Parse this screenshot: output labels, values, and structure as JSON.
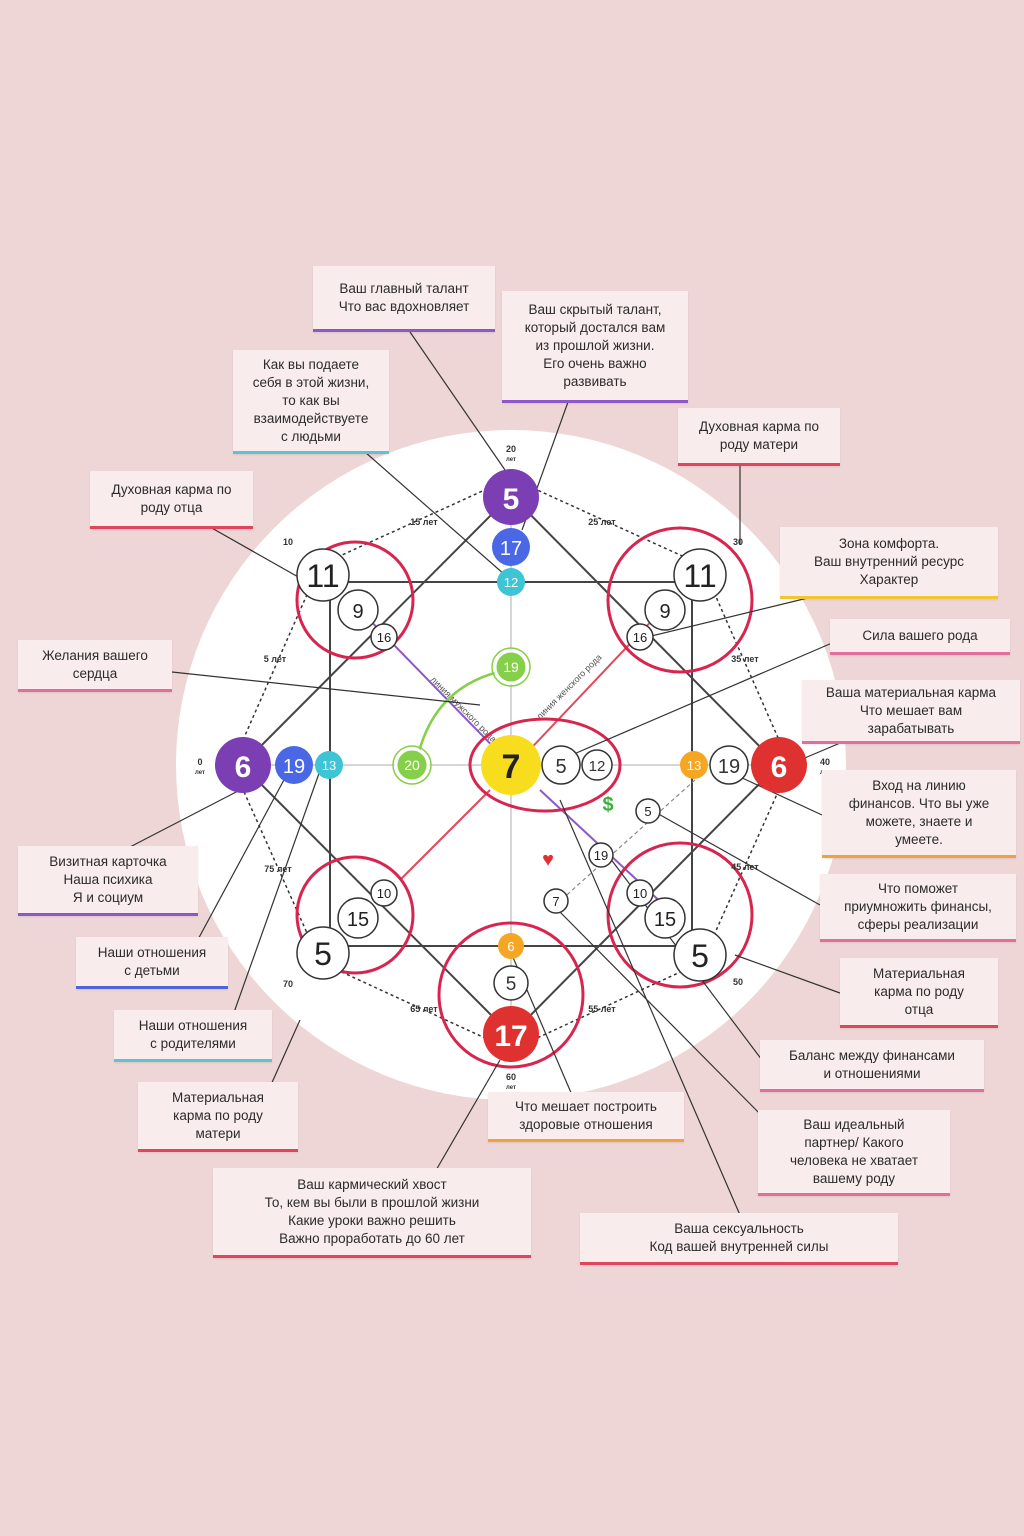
{
  "labels": {
    "main_talent": "Ваш главный талант\nЧто вас вдохновляет",
    "hidden_talent": "Ваш скрытый талант,\nкоторый достался вам\nиз прошлой жизни.\nЕго очень важно\nразвивать",
    "self_presentation": "Как вы подаете\nсебя в этой жизни,\nто как вы\nвзаимодействуете\nс людьми",
    "spiritual_karma_mother": "Духовная карма по\nроду матери",
    "spiritual_karma_father": "Духовная карма по\nроду отца",
    "comfort_zone": "Зона комфорта.\nВаш внутренний ресурс\nХарактер",
    "family_power": "Сила вашего рода",
    "heart_desires": "Желания вашего\nсердца",
    "material_karma": "Ваша материальная карма\nЧто мешает вам\nзарабатывать",
    "finance_entry": "Вход на линию\nфинансов. Что вы уже\nможете, знаете и\nумеете.",
    "business_card": "Визитная карточка\nНаша психика\nЯ и социум",
    "multiply_finance": "Что поможет\nприумножить финансы,\nсферы реализации",
    "children_relations": "Наши отношения\nс детьми",
    "material_karma_father": "Материальная\nкарма по роду\nотца",
    "parents_relations": "Наши отношения\nс родителями",
    "balance": "Баланс между финансами\nи отношениями",
    "material_karma_mother": "Материальная\nкарма по роду\nматери",
    "healthy_relations": "Что мешает построить\nздоровые отношения",
    "ideal_partner": "Ваш идеальный\nпартнер/ Какого\nчеловека не хватает\nвашему роду",
    "karmic_tail": "Ваш кармический хвост\nТо, кем вы были в прошлой жизни\nКакие уроки важно решить\nВажно проработать до 60 лет",
    "sexuality": "Ваша сексуальность\nКод вашей внутренней силы"
  },
  "nodes": {
    "top": "5",
    "top_blue": "17",
    "top_cyan": "12",
    "left": "6",
    "left_blue": "19",
    "left_cyan": "13",
    "right": "6",
    "right_blue": "19",
    "right_orange": "13",
    "bottom": "17",
    "bottom_mid": "5",
    "bottom_orange": "6",
    "center": "7",
    "center_a": "5",
    "center_b": "12",
    "green_top": "19",
    "green_left": "20",
    "tl_big": "11",
    "tl_mid": "9",
    "tl_small": "16",
    "tr_big": "11",
    "tr_mid": "9",
    "tr_small": "16",
    "bl_big": "5",
    "bl_mid": "15",
    "bl_small": "10",
    "br_big": "5",
    "br_mid": "15",
    "br_small": "10",
    "fin_1": "5",
    "fin_2": "19",
    "fin_3": "7",
    "dollar": "$",
    "heart": "♥"
  },
  "ages": {
    "a0": "0",
    "a10": "10",
    "a20": "20",
    "a30": "30",
    "a40": "40",
    "a50": "50",
    "a60": "60",
    "a70": "70",
    "unit": "лет",
    "y5": "5 лет",
    "y15": "15 лет",
    "y25": "25 лет",
    "y35": "35 лет",
    "y45": "45 лет",
    "y55": "55 лет",
    "y65": "65 лет",
    "y75": "75 лет"
  },
  "lines": {
    "male": "линия мужского рода",
    "female": "линия женского рода"
  },
  "colors": {
    "background": "#efd6d6",
    "purple": "#7b3fb3",
    "blue": "#4a68e6",
    "cyan": "#3fc4d6",
    "red": "#e03131",
    "yellow": "#f7dd1e",
    "orange": "#f5a623",
    "green": "#86cf4a",
    "ring": "#d8254f"
  }
}
